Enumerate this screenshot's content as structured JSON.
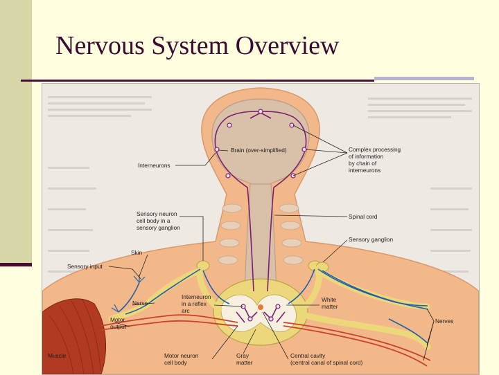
{
  "slide": {
    "title": "Nervous System Overview"
  },
  "diagram": {
    "labels": {
      "brain": "Brain (over-simplified)",
      "complex_processing": [
        "Complex processing",
        "of information",
        "by chain of",
        "interneurons"
      ],
      "interneurons": "Interneurons",
      "sensory_neuron_cell_body": [
        "Sensory neuron",
        "cell body in a",
        "sensory ganglion"
      ],
      "spinal_cord": "Spinal cord",
      "sensory_ganglion": "Sensory ganglion",
      "skin": "Skin",
      "sensory_input": "Sensory input",
      "nerve": "Nerve",
      "interneuron_reflex_arc": [
        "Interneuron",
        "in a reflex",
        "arc"
      ],
      "white_matter": [
        "White",
        "matter"
      ],
      "nerves": "Nerves",
      "motor_output": [
        "Motor",
        "output"
      ],
      "muscle": "Muscle",
      "motor_neuron_cell_body": [
        "Motor neuron",
        "cell body"
      ],
      "gray_matter": [
        "Gray",
        "matter"
      ],
      "central_cavity": [
        "Central cavity",
        "(central canal of spinal cord)"
      ]
    },
    "colors": {
      "skin": "#f3b88a",
      "brain": "#d9c0a8",
      "interneuron_pathway": "#7a1e6e",
      "sensory_neuron": "#1f5fa8",
      "motor_neuron": "#c9412a",
      "muscle": "#b03a22",
      "ganglion": "#ecd77a"
    }
  }
}
